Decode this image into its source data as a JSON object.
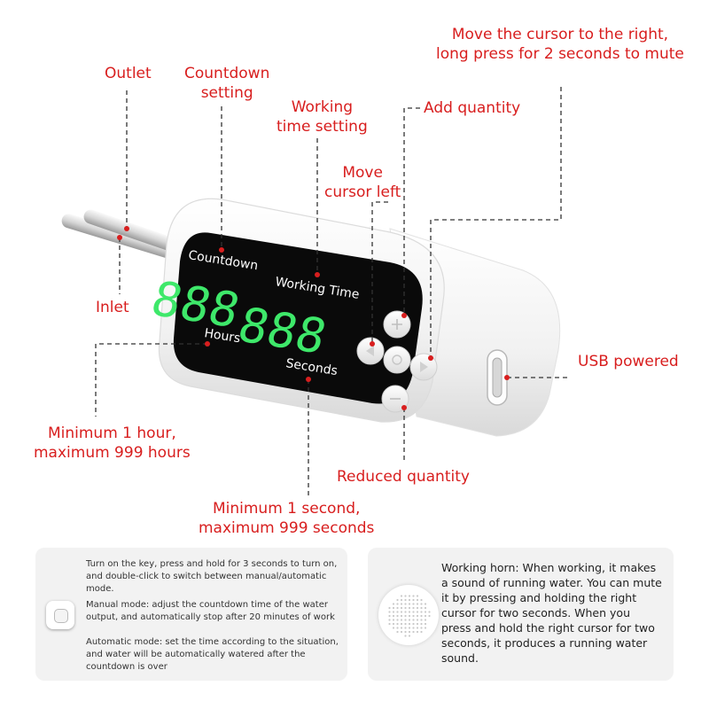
{
  "device": {
    "countdown_label": "Countdown",
    "countdown_digits": "888",
    "hours_label": "Hours",
    "working_time_label": "Working Time",
    "working_digits": "888",
    "seconds_label": "Seconds"
  },
  "callouts": {
    "outlet": "Outlet",
    "countdown_setting": [
      "Countdown",
      "setting"
    ],
    "working_time_setting": [
      "Working",
      "time setting"
    ],
    "move_cursor_left": [
      "Move",
      "cursor left"
    ],
    "add_quantity": "Add quantity",
    "move_cursor_right": [
      "Move the cursor to the right,",
      "long press for 2 seconds to mute"
    ],
    "inlet": "Inlet",
    "usb_powered": "USB powered",
    "min_hours": [
      "Minimum 1 hour,",
      "maximum 999 hours"
    ],
    "reduced_quantity": "Reduced quantity",
    "min_seconds": [
      "Minimum 1 second,",
      "maximum 999 seconds"
    ]
  },
  "info_left": {
    "para1": "Turn on the key, press and hold for 3 seconds to turn on, and double-click to switch between manual/automatic mode.",
    "para2": "Manual mode: adjust the countdown time of the water output, and automatically stop after 20 minutes of work",
    "para3": "Automatic mode: set the time according to the situation, and water will be automatically watered after the countdown is over"
  },
  "info_right": {
    "horn_text": "Working horn: When working, it makes a sound of running water. You can mute it by pressing and holding the right cursor for two seconds. When you press and hold the right cursor for two seconds, it produces a running water sound."
  },
  "colors": {
    "callout_red": "#d81e1e",
    "digit_green": "#3ee86a",
    "screen_black": "#0a0a0a",
    "body_white": "#f7f7f7"
  },
  "icons": [
    "plus-icon",
    "minus-icon",
    "left-arrow-icon",
    "right-arrow-icon",
    "center-button-icon",
    "usb-c-port-icon",
    "speaker-icon",
    "power-key-icon"
  ]
}
